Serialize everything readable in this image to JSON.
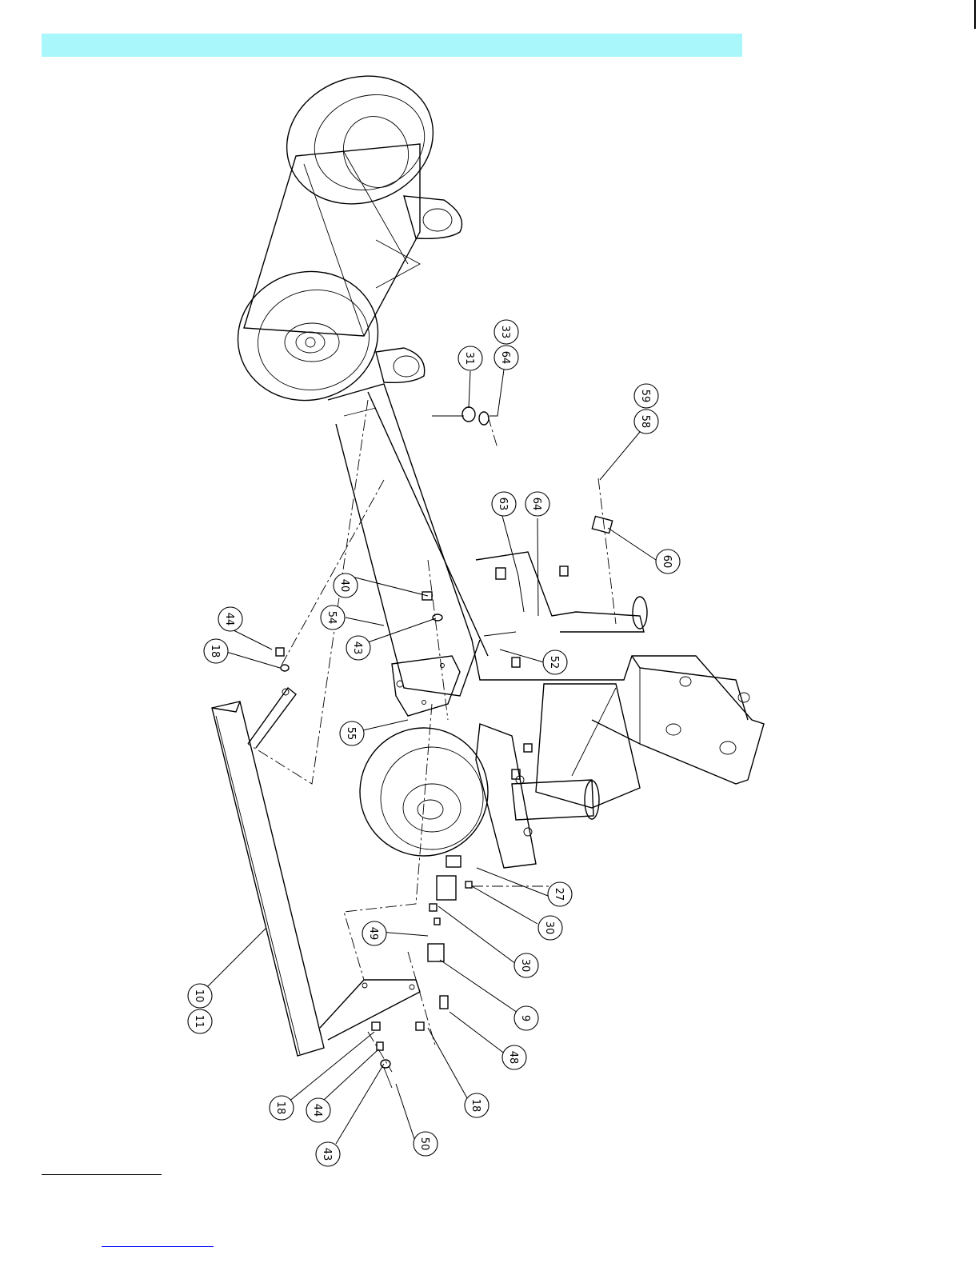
{
  "header_color": "#aaf7fb",
  "link_color": "#0000ff",
  "balloons": [
    {
      "id": "b31",
      "label": "31"
    },
    {
      "id": "b33",
      "label": "33"
    },
    {
      "id": "b64a",
      "label": "64"
    },
    {
      "id": "b59",
      "label": "59"
    },
    {
      "id": "b58",
      "label": "58"
    },
    {
      "id": "b63",
      "label": "63"
    },
    {
      "id": "b64b",
      "label": "64"
    },
    {
      "id": "b60",
      "label": "60"
    },
    {
      "id": "b40",
      "label": "40"
    },
    {
      "id": "b54",
      "label": "54"
    },
    {
      "id": "b44a",
      "label": "44"
    },
    {
      "id": "b18a",
      "label": "18"
    },
    {
      "id": "b43a",
      "label": "43"
    },
    {
      "id": "b52",
      "label": "52"
    },
    {
      "id": "b55",
      "label": "55"
    },
    {
      "id": "b27",
      "label": "27"
    },
    {
      "id": "b30a",
      "label": "30"
    },
    {
      "id": "b49",
      "label": "49"
    },
    {
      "id": "b30b",
      "label": "30"
    },
    {
      "id": "b9",
      "label": "9"
    },
    {
      "id": "b10",
      "label": "10"
    },
    {
      "id": "b11",
      "label": "11"
    },
    {
      "id": "b48",
      "label": "48"
    },
    {
      "id": "b18b",
      "label": "18"
    },
    {
      "id": "b18c",
      "label": "18"
    },
    {
      "id": "b44b",
      "label": "44"
    },
    {
      "id": "b43b",
      "label": "43"
    },
    {
      "id": "b50",
      "label": "50"
    }
  ]
}
